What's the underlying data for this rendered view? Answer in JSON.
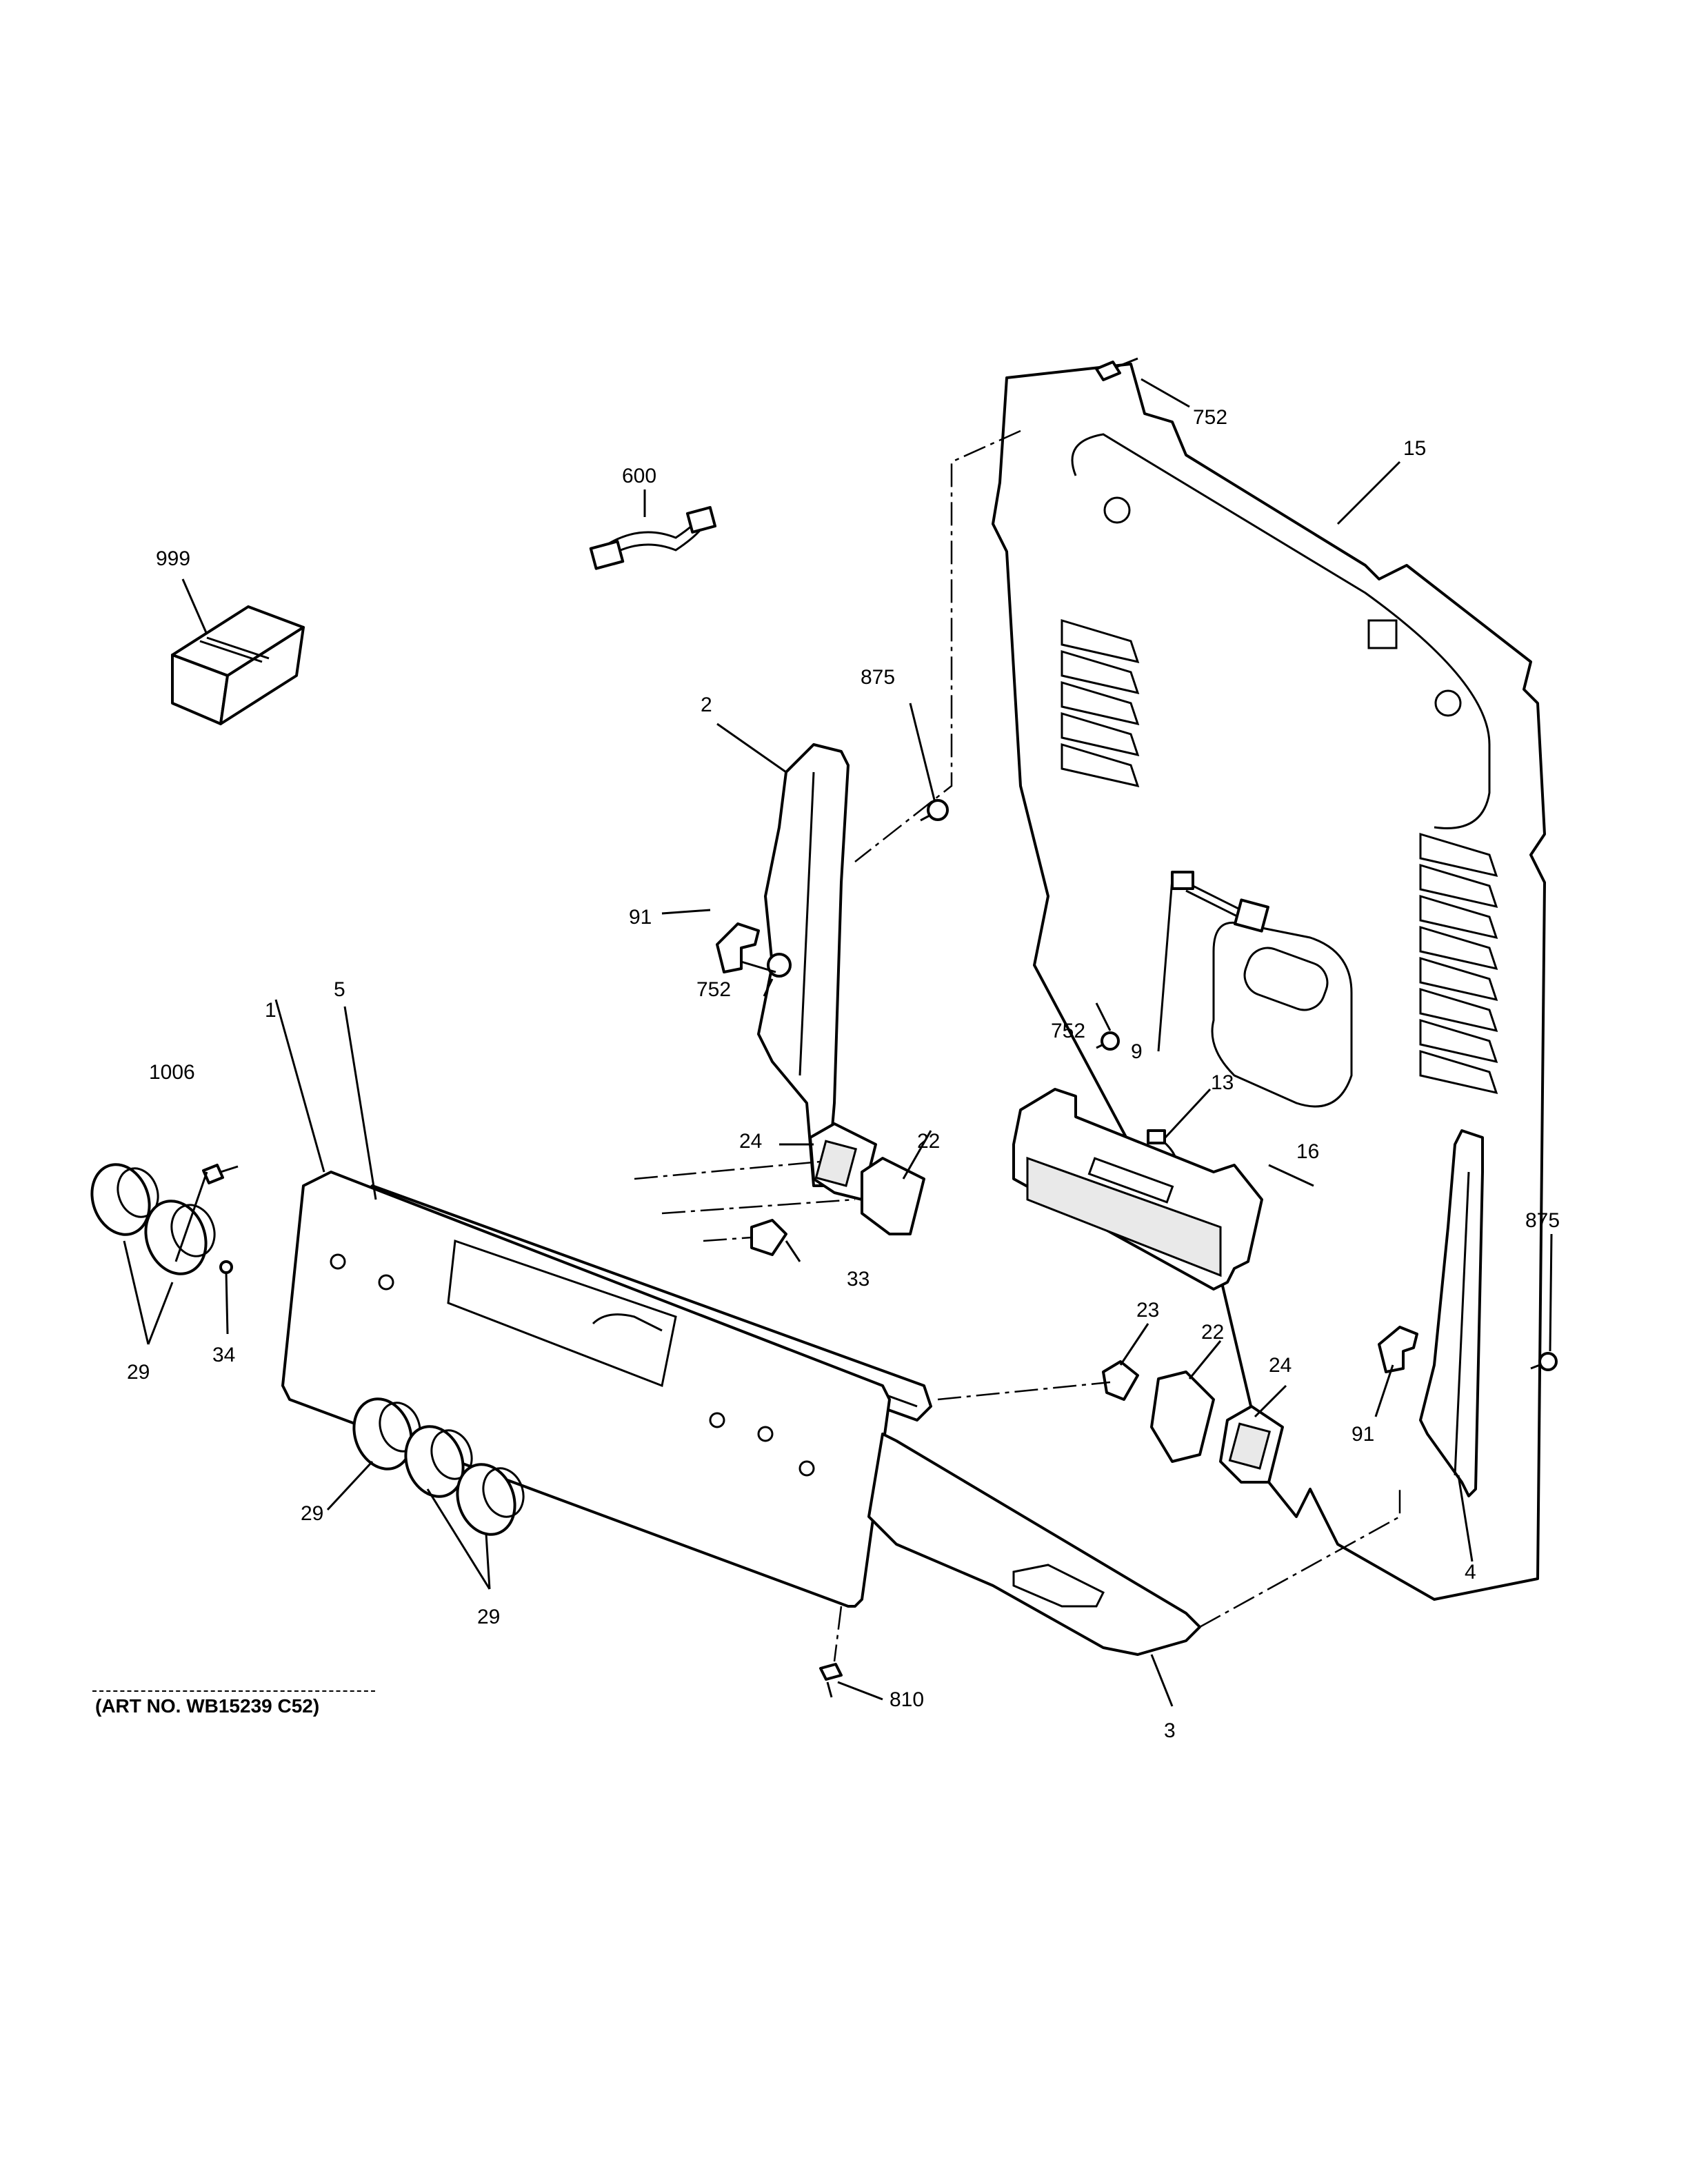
{
  "callouts": {
    "c752_top": "752",
    "c15": "15",
    "c600": "600",
    "c999": "999",
    "c875_left": "875",
    "c2": "2",
    "c91_left": "91",
    "c752_mid": "752",
    "c9": "9",
    "c752_board": "752",
    "c13": "13",
    "c16": "16",
    "c5": "5",
    "c1": "1",
    "c1006": "1006",
    "c24_top": "24",
    "c22_top": "22",
    "c33": "33",
    "c29_left": "29",
    "c34": "34",
    "c875_right": "875",
    "c23": "23",
    "c22_bottom": "22",
    "c24_bottom": "24",
    "c91_right": "91",
    "c29_mid": "29",
    "c29_bottom": "29",
    "c4": "4",
    "c810": "810",
    "c3": "3"
  },
  "footer": {
    "art_number": "(ART NO. WB15239 C52)"
  }
}
